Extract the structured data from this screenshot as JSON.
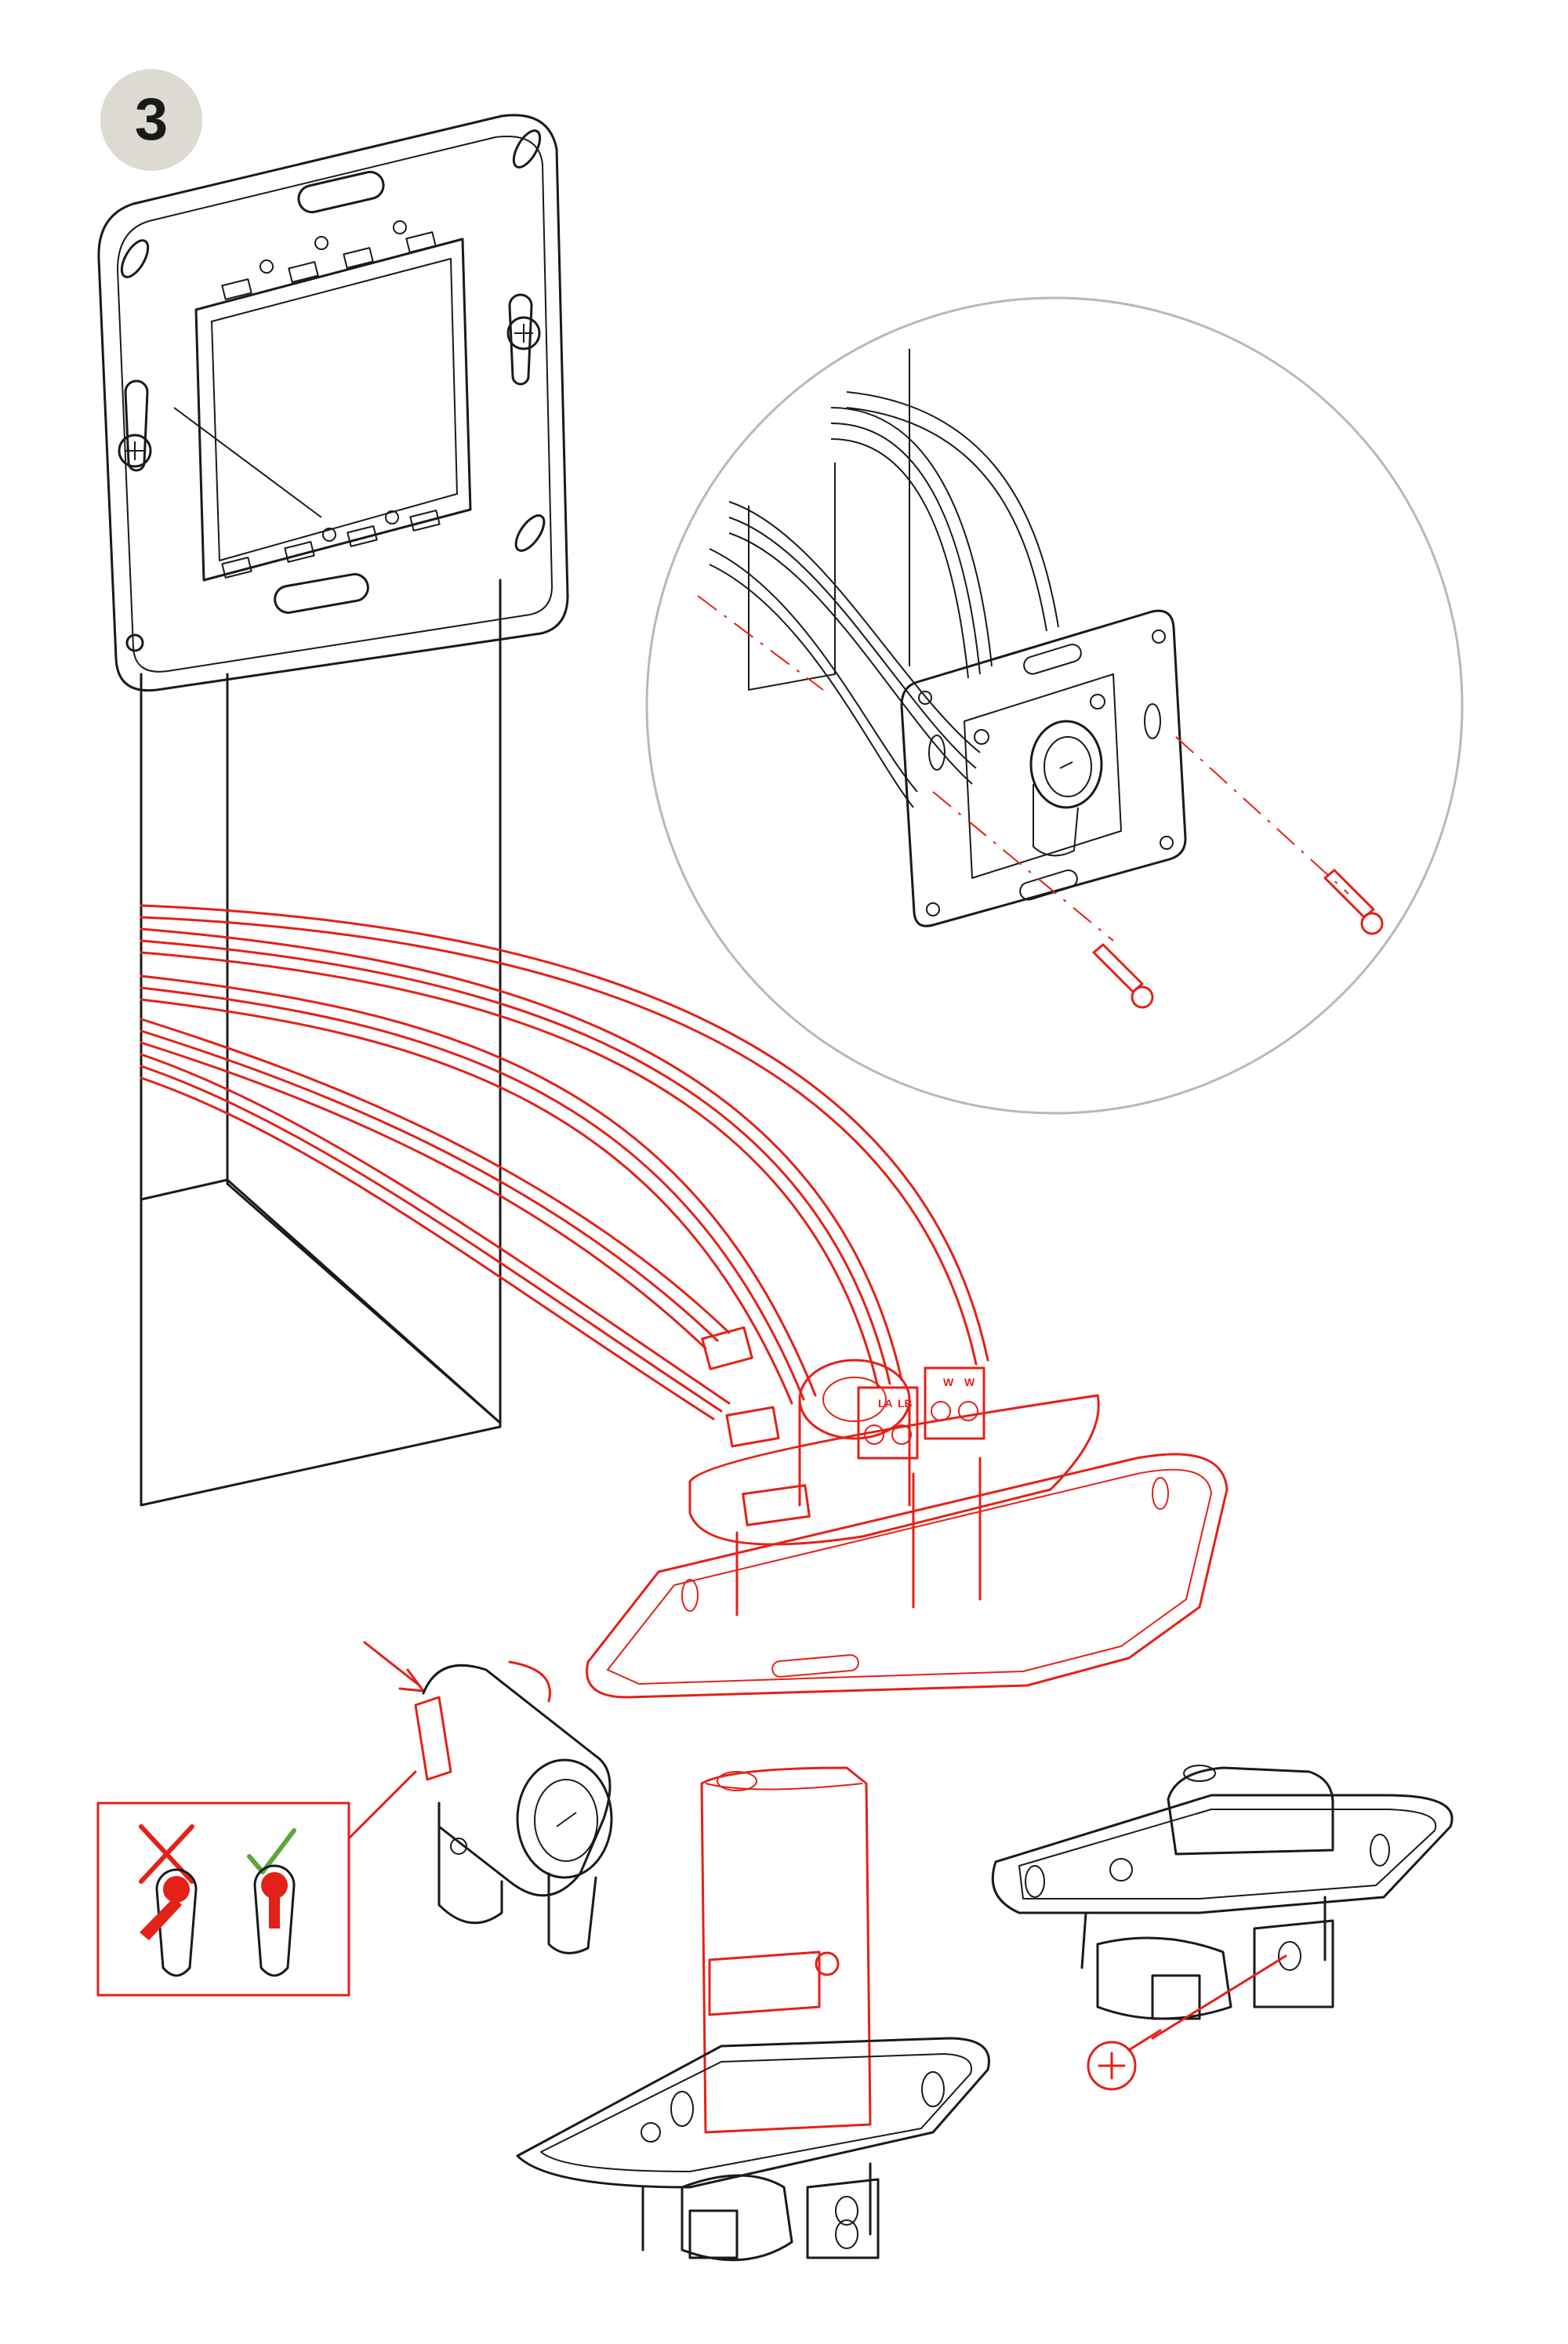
{
  "step": {
    "number": "3"
  },
  "colors": {
    "accent_red": "#e32118",
    "line": "#1a1a1a",
    "badge": "#dcdad3",
    "ok_green": "#5aa83a",
    "detail_circle": "#b8b8b8"
  },
  "terminal_labels": {
    "left_a": "LA",
    "left_b": "LB",
    "right_a": "W",
    "right_b": "W"
  },
  "icons": [
    "step-number-badge",
    "mounting-frame",
    "wall-box",
    "detail-magnifier-circle",
    "screw-icon",
    "lock-cylinder-icon",
    "wrong-orientation-x-icon",
    "correct-orientation-check-icon",
    "key-switch-module"
  ]
}
